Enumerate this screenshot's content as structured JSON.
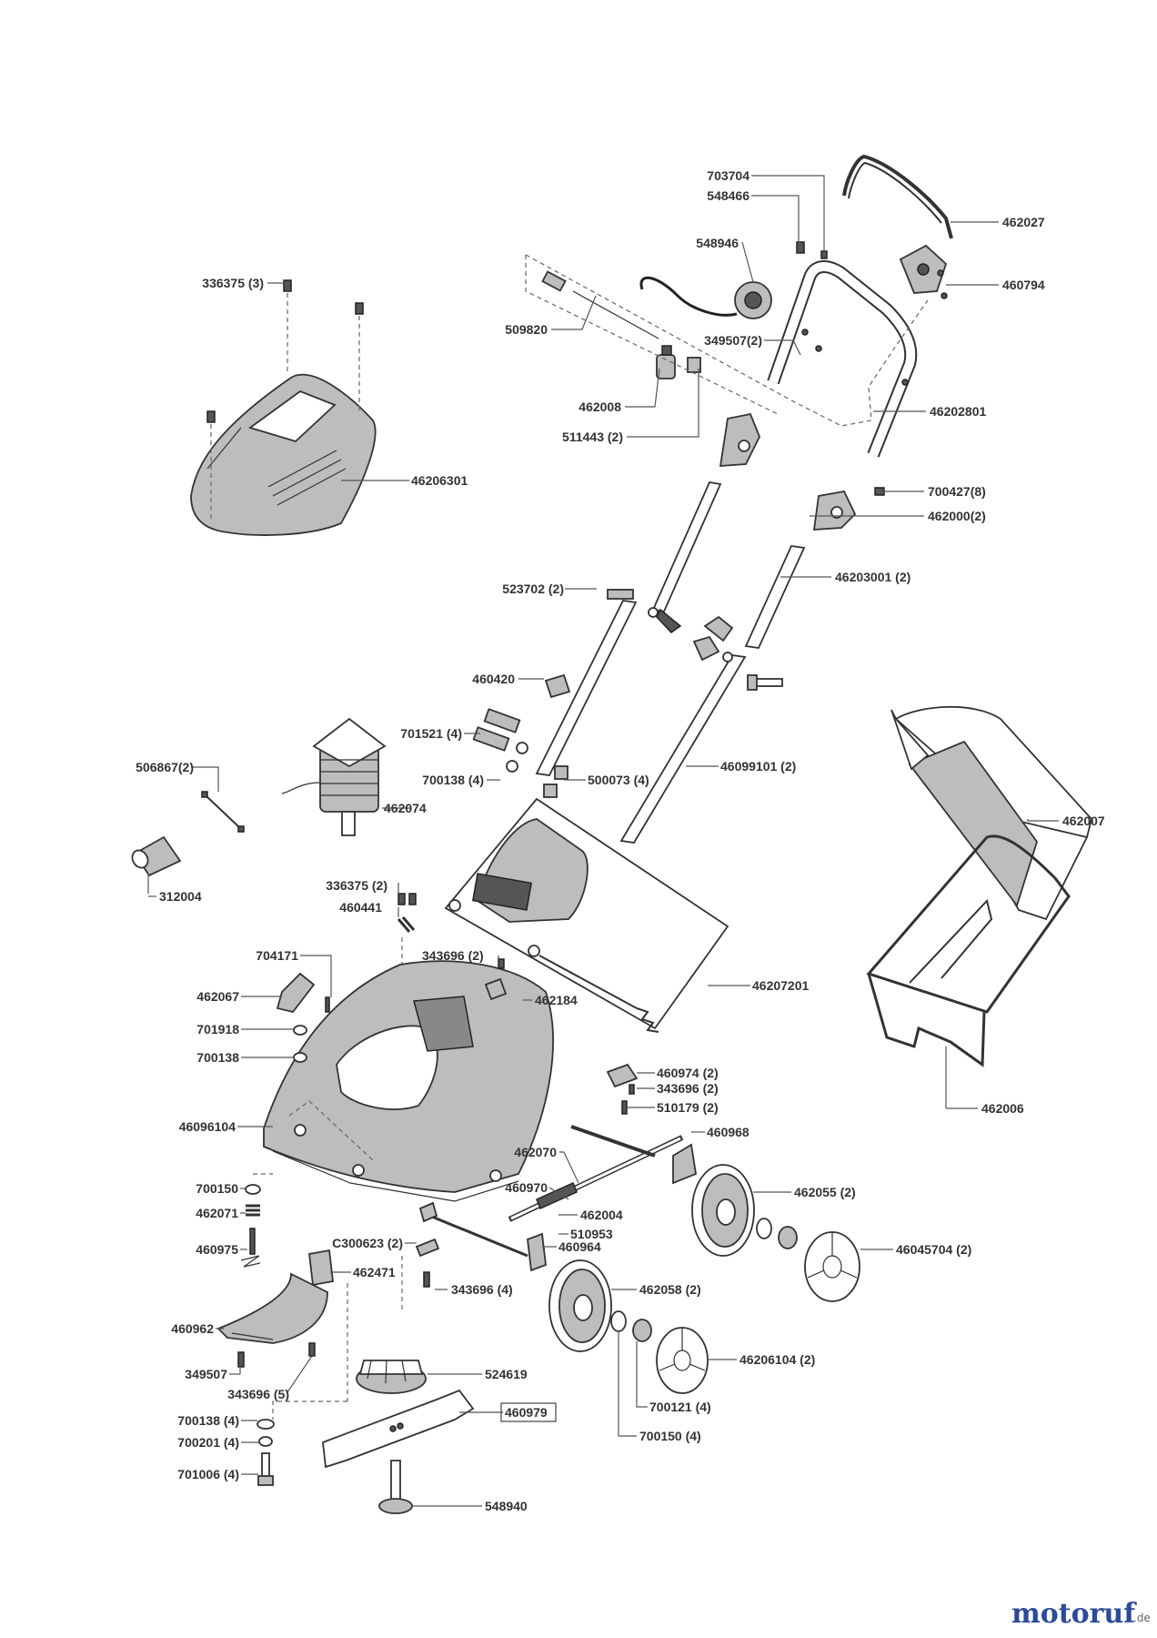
{
  "labels": {
    "p703704": "703704",
    "p548466": "548466",
    "p462027": "462027",
    "p548946": "548946",
    "p460794": "460794",
    "p336375_3": "336375 (3)",
    "p509820": "509820",
    "p349507_2": "349507(2)",
    "p462008": "462008",
    "p511443_2": "511443 (2)",
    "p46202801": "46202801",
    "p46206301": "46206301",
    "p700427_8": "700427(8)",
    "p462000_2": "462000(2)",
    "p523702_2": "523702 (2)",
    "p46203001_2": "46203001 (2)",
    "p460420": "460420",
    "p701521_4": "701521 (4)",
    "p506867_2": "506867(2)",
    "p700138_4a": "700138 (4)",
    "p500073_4": "500073 (4)",
    "p46099101_2": "46099101 (2)",
    "p462074": "462074",
    "p462007": "462007",
    "p312004": "312004",
    "p336375_2": "336375 (2)",
    "p460441": "460441",
    "p343696_2a": "343696 (2)",
    "p704171": "704171",
    "p462067": "462067",
    "p46207201": "46207201",
    "p462184": "462184",
    "p701918": "701918",
    "p700138": "700138",
    "p460974_2": "460974 (2)",
    "p343696_2b": "343696 (2)",
    "p510179_2": "510179 (2)",
    "p462006": "462006",
    "p46096104": "46096104",
    "p460968": "460968",
    "p462070": "462070",
    "p700150": "700150",
    "p460970": "460970",
    "p462055_2": "462055 (2)",
    "p462071": "462071",
    "p462004": "462004",
    "p510953": "510953",
    "pC300623_2": "C300623 (2)",
    "p460964": "460964",
    "p46045704_2": "46045704 (2)",
    "p460975": "460975",
    "p462471": "462471",
    "p343696_4": "343696 (4)",
    "p462058_2": "462058 (2)",
    "p460962": "460962",
    "p349507": "349507",
    "p524619": "524619",
    "p46206104_2": "46206104 (2)",
    "p343696_5": "343696 (5)",
    "p700121_4": "700121 (4)",
    "p700138_4b": "700138 (4)",
    "p460979": "460979",
    "p700201_4": "700201 (4)",
    "p700150_4": "700150 (4)",
    "p701006_4": "701006 (4)",
    "p548940": "548940"
  },
  "watermark": {
    "brand": "motoruf",
    "suffix": ".de"
  },
  "colors": {
    "line": "#333333",
    "part_fill": "#bdbdbd",
    "watermark": "#2c4a9a"
  }
}
